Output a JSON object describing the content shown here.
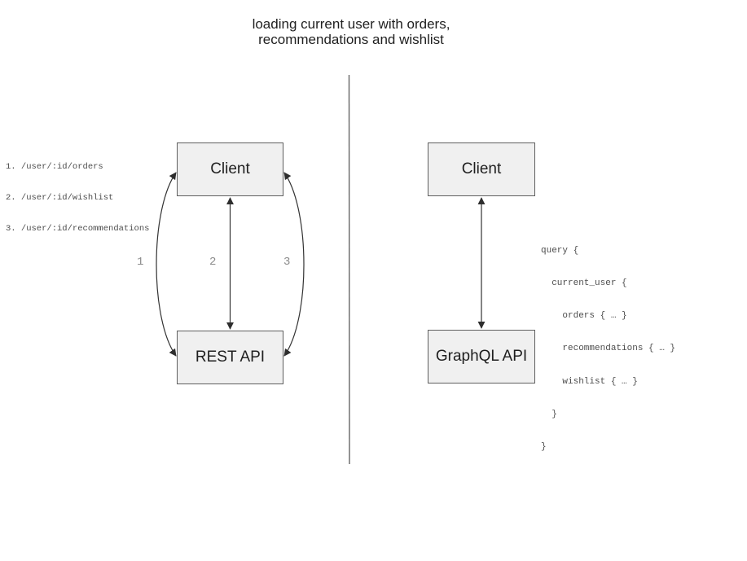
{
  "title": {
    "line1": "loading current user with orders,",
    "line2": "recommendations and wishlist"
  },
  "rest_panel": {
    "client_label": "Client",
    "api_label": "REST API",
    "endpoints": [
      "1. /user/:id/orders",
      "2. /user/:id/wishlist",
      "3. /user/:id/recommendations"
    ],
    "arrow_labels": [
      "1",
      "2",
      "3"
    ]
  },
  "graphql_panel": {
    "client_label": "Client",
    "api_label": "GraphQL API",
    "query_lines": [
      "query {",
      "  current_user {",
      "    orders { … }",
      "    recommendations { … }",
      "    wishlist { … }",
      "  }",
      "}"
    ]
  },
  "colors": {
    "box-fill": "#f0f0f0",
    "box-border": "#5f5f5f",
    "box-text": "#1f1f1f",
    "arrow": "#333333",
    "code-text": "#4d4d4d",
    "label-text": "#8a8a8a",
    "divider": "#666666",
    "background": "#ffffff"
  }
}
